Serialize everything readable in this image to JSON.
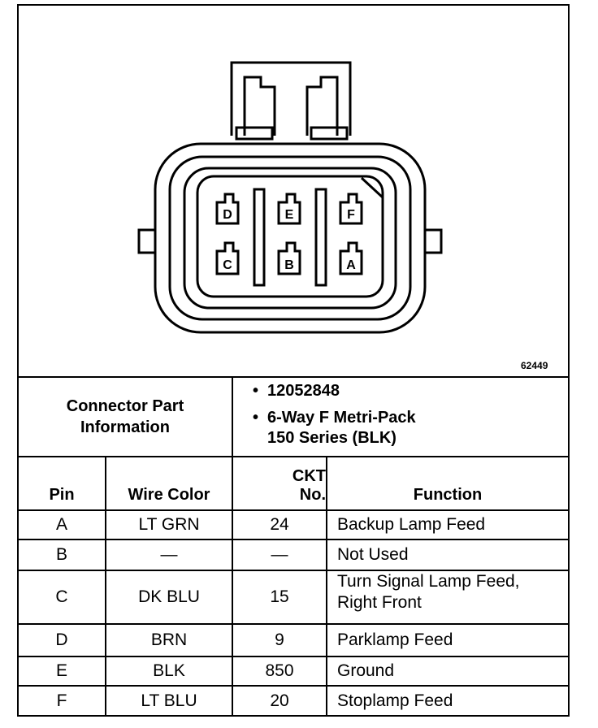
{
  "figure": {
    "id": "62449"
  },
  "connector": {
    "label_line1": "Connector Part",
    "label_line2": "Information",
    "part_number": "12052848",
    "description_line1": "6-Way F Metri-Pack",
    "description_line2": "150 Series (BLK)",
    "pin_labels": {
      "top": [
        "D",
        "E",
        "F"
      ],
      "bottom": [
        "C",
        "B",
        "A"
      ]
    }
  },
  "table": {
    "headers": {
      "pin": "Pin",
      "wire_color": "Wire Color",
      "ckt_line1": "CKT",
      "ckt_line2": "No.",
      "function": "Function"
    },
    "rows": [
      {
        "pin": "A",
        "wire_color": "LT GRN",
        "ckt": "24",
        "function": "Backup Lamp Feed",
        "function2": ""
      },
      {
        "pin": "B",
        "wire_color": "—",
        "ckt": "—",
        "function": "Not Used",
        "function2": ""
      },
      {
        "pin": "C",
        "wire_color": "DK BLU",
        "ckt": "15",
        "function": "Turn Signal Lamp Feed,",
        "function2": "Right Front"
      },
      {
        "pin": "D",
        "wire_color": "BRN",
        "ckt": "9",
        "function": "Parklamp Feed",
        "function2": ""
      },
      {
        "pin": "E",
        "wire_color": "BLK",
        "ckt": "850",
        "function": "Ground",
        "function2": ""
      },
      {
        "pin": "F",
        "wire_color": "LT BLU",
        "ckt": "20",
        "function": "Stoplamp Feed",
        "function2": ""
      }
    ]
  }
}
